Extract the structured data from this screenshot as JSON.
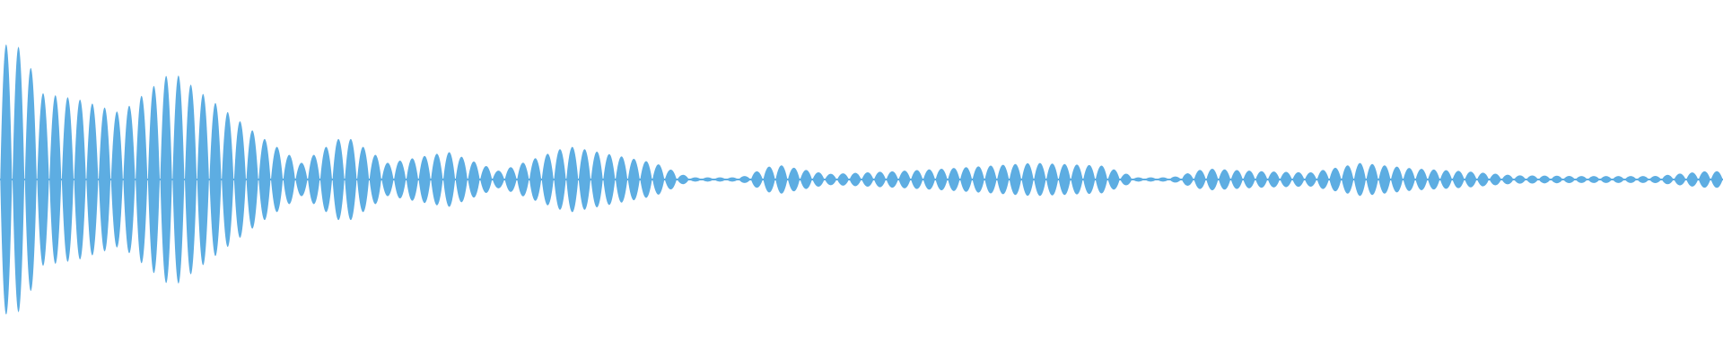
{
  "waveform": {
    "color": "#5dade2",
    "background": "#ffffff",
    "envelope": [
      {
        "t": 0.0,
        "a": 0.98
      },
      {
        "t": 0.012,
        "a": 0.95
      },
      {
        "t": 0.025,
        "a": 0.62
      },
      {
        "t": 0.045,
        "a": 0.58
      },
      {
        "t": 0.07,
        "a": 0.48
      },
      {
        "t": 0.1,
        "a": 0.78
      },
      {
        "t": 0.125,
        "a": 0.55
      },
      {
        "t": 0.15,
        "a": 0.32
      },
      {
        "t": 0.175,
        "a": 0.12
      },
      {
        "t": 0.2,
        "a": 0.32
      },
      {
        "t": 0.225,
        "a": 0.12
      },
      {
        "t": 0.26,
        "a": 0.2
      },
      {
        "t": 0.29,
        "a": 0.06
      },
      {
        "t": 0.33,
        "a": 0.24
      },
      {
        "t": 0.38,
        "a": 0.12
      },
      {
        "t": 0.4,
        "a": 0.015
      },
      {
        "t": 0.43,
        "a": 0.015
      },
      {
        "t": 0.45,
        "a": 0.11
      },
      {
        "t": 0.48,
        "a": 0.04
      },
      {
        "t": 0.52,
        "a": 0.06
      },
      {
        "t": 0.55,
        "a": 0.08
      },
      {
        "t": 0.6,
        "a": 0.12
      },
      {
        "t": 0.64,
        "a": 0.1
      },
      {
        "t": 0.66,
        "a": 0.015
      },
      {
        "t": 0.68,
        "a": 0.015
      },
      {
        "t": 0.7,
        "a": 0.08
      },
      {
        "t": 0.73,
        "a": 0.06
      },
      {
        "t": 0.76,
        "a": 0.05
      },
      {
        "t": 0.79,
        "a": 0.12
      },
      {
        "t": 0.82,
        "a": 0.08
      },
      {
        "t": 0.85,
        "a": 0.06
      },
      {
        "t": 0.88,
        "a": 0.03
      },
      {
        "t": 0.92,
        "a": 0.025
      },
      {
        "t": 0.96,
        "a": 0.025
      },
      {
        "t": 0.99,
        "a": 0.06
      },
      {
        "t": 1.0,
        "a": 0.06
      }
    ],
    "pulse_count": 140
  }
}
